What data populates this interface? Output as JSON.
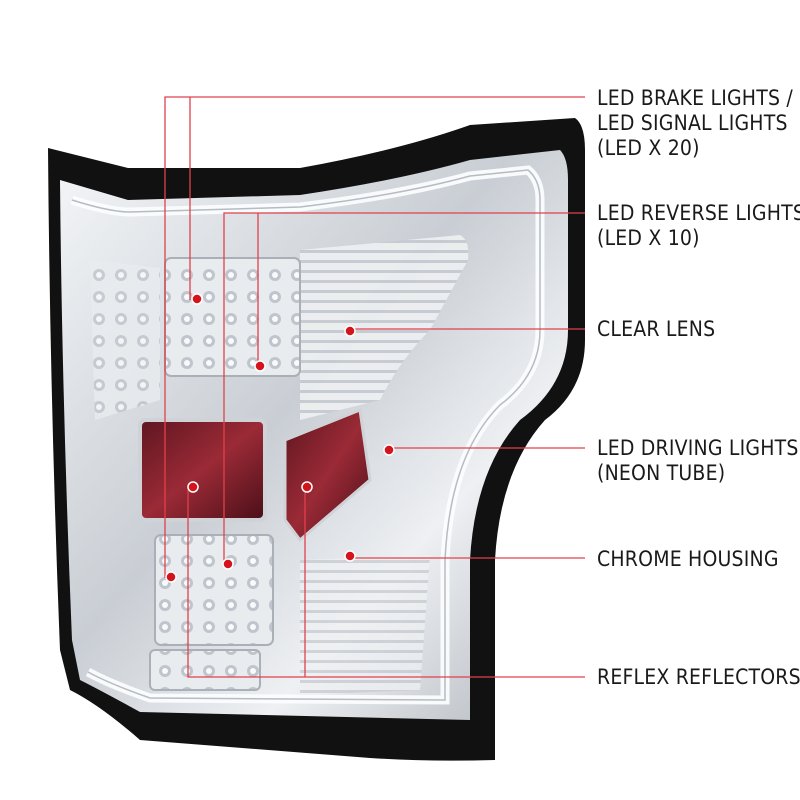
{
  "callouts": [
    {
      "lines": [
        "LED BRAKE LIGHTS /",
        "LED SIGNAL LIGHTS",
        "(LED X 20)"
      ]
    },
    {
      "lines": [
        "LED REVERSE LIGHTS",
        "(LED X 10)"
      ]
    },
    {
      "lines": [
        "CLEAR LENS"
      ]
    },
    {
      "lines": [
        "LED DRIVING LIGHTS",
        "(NEON TUBE)"
      ]
    },
    {
      "lines": [
        "CHROME HOUSING"
      ]
    },
    {
      "lines": [
        "REFLEX REFLECTORS"
      ]
    }
  ],
  "colors": {
    "callout_line": "#e0414c",
    "callout_dot": "#d4141c",
    "housing_outline": "#111111",
    "chrome": "#d9dde2",
    "reflector": "#7a1f2a"
  }
}
